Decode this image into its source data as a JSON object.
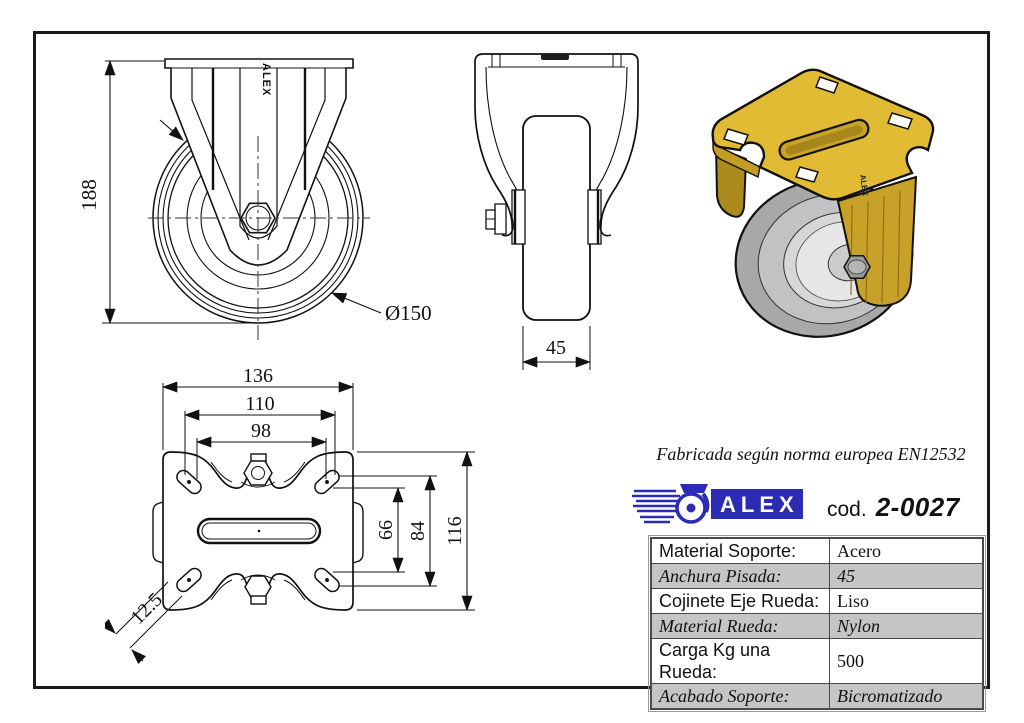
{
  "drawing": {
    "brand_mark": "ALEX",
    "front_view": {
      "height": "188",
      "wheel_diameter": "Ø150"
    },
    "side_view": {
      "tread_width": "45"
    },
    "top_view": {
      "plate_width": "136",
      "hole_span_outer": "110",
      "hole_span_inner": "98",
      "hole_pitch_inner": "66",
      "hole_pitch_outer": "84",
      "plate_depth": "116",
      "slot_width": "12.5"
    }
  },
  "info": {
    "standard_note": "Fabricada según norma europea EN12532",
    "logo_text": "ALEX",
    "code_label": "cod.",
    "code_value": "2-0027"
  },
  "spec_table": {
    "rows": [
      {
        "label": "Material Soporte:",
        "value": "Acero",
        "italic": false
      },
      {
        "label": "Anchura Pisada:",
        "value": "45",
        "italic": true
      },
      {
        "label": "Cojinete Eje Rueda:",
        "value": "Liso",
        "italic": false
      },
      {
        "label": "Material Rueda:",
        "value": "Nylon",
        "italic": true
      },
      {
        "label": "Carga Kg una Rueda:",
        "value": "500",
        "italic": false
      },
      {
        "label": "Acabado Soporte:",
        "value": "Bicromatizado",
        "italic": true
      }
    ]
  },
  "colors": {
    "bracket_yellow": "#e2bb35",
    "bracket_yellow_dark": "#c8a128",
    "wheel_gray": "#c2c2c2",
    "logo_blue": "#2b2bb4",
    "table_row_gray": "#c5c5c5",
    "line_color": "#1a1a1a"
  }
}
